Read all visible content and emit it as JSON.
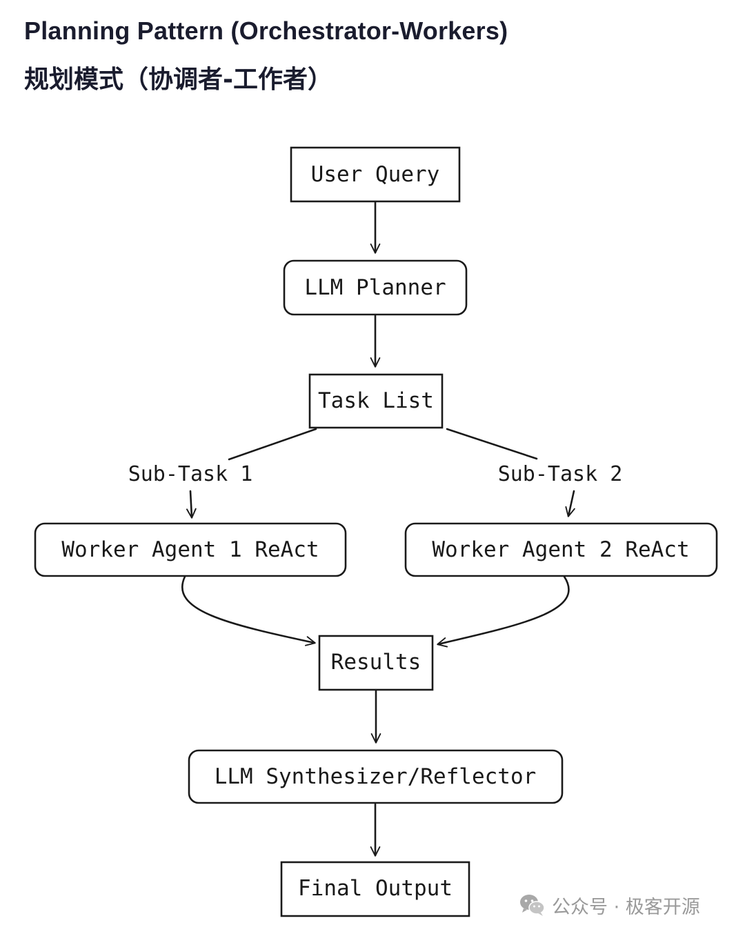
{
  "title_en": "Planning Pattern (Orchestrator-Workers)",
  "title_zh": "规划模式（协调者-工作者）",
  "nodes": {
    "user_query": "User Query",
    "llm_planner": "LLM Planner",
    "task_list": "Task List",
    "worker1": "Worker Agent 1 ReAct",
    "worker2": "Worker Agent 2 ReAct",
    "results": "Results",
    "synthesizer": "LLM Synthesizer/Reflector",
    "final_output": "Final Output"
  },
  "edge_labels": {
    "subtask1": "Sub-Task 1",
    "subtask2": "Sub-Task 2"
  },
  "watermark": {
    "text": "公众号 · 极客开源",
    "icon": "wechat-icon"
  }
}
